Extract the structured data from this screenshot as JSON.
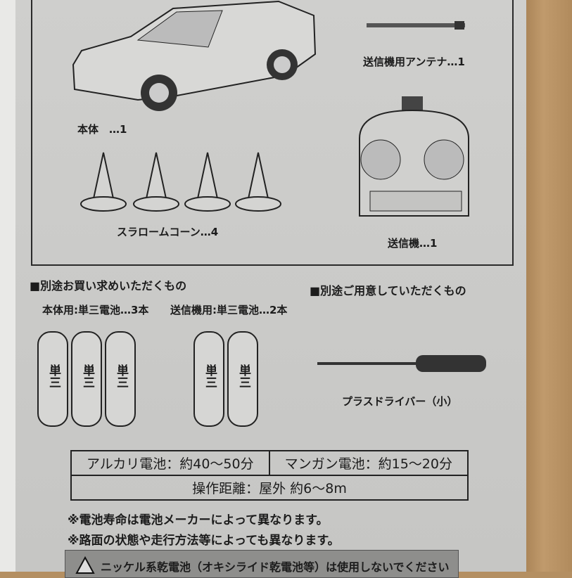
{
  "contents": {
    "body": "本体　…1",
    "antenna": "送信機用アンテナ…1",
    "cones": "スラロームコーン…4",
    "transmitter": "送信機…1"
  },
  "buy_section": {
    "title": "■別途お買い求めいただくもの",
    "body_battery": "本体用:単三電池…3本",
    "tx_battery": "送信機用:単三電池…2本",
    "battery_label": "単三"
  },
  "prepare_section": {
    "title": "■別途ご用意していただくもの",
    "screwdriver": "プラスドライバー（小）"
  },
  "spec_table": {
    "alkaline": "アルカリ電池：約40～50分",
    "manganese": "マンガン電池：約15～20分",
    "range": "操作距離：屋外 約6～8m"
  },
  "notes": [
    "※電池寿命は電池メーカーによって異なります。",
    "※路面の状態や走行方法等によっても異なります。"
  ],
  "warning": "ニッケル系乾電池（オキシライド乾電池等）は使用しないでください"
}
